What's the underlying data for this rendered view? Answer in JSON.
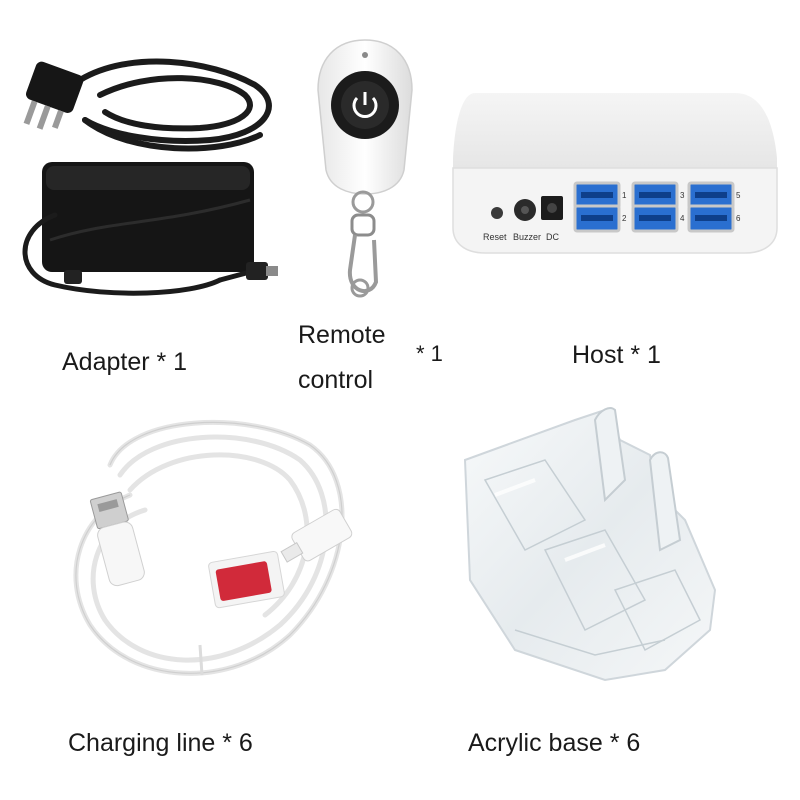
{
  "labels": {
    "adapter": "Adapter * 1",
    "remote_line1": "Remote",
    "remote_line2": "control",
    "remote_qty": "* 1",
    "host": "Host * 1",
    "charging": "Charging line *  6",
    "acrylic": "Acrylic base * 6"
  },
  "host_panel": {
    "reset": "Reset",
    "buzzer": "Buzzer",
    "dc": "DC",
    "port_numbers": [
      "1",
      "2",
      "3",
      "4",
      "5",
      "6"
    ]
  }
}
